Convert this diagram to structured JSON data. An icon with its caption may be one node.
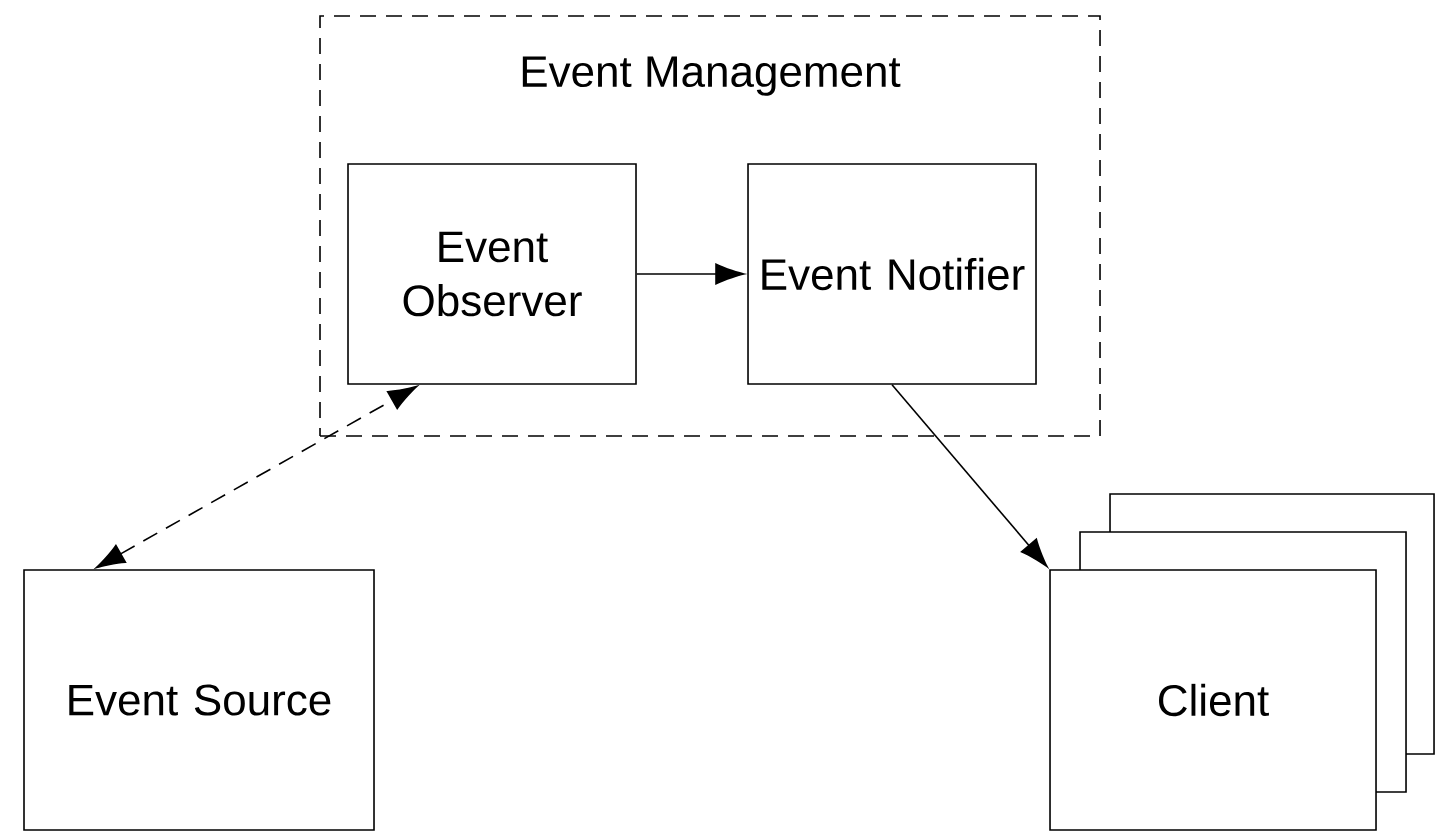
{
  "diagram": {
    "nodes": [
      {
        "text": [
          "Event Management"
        ]
      },
      {
        "text": [
          "Event Observer"
        ],
        "in": 0
      },
      {
        "text": [
          "Event Notifier"
        ],
        "in": 0
      },
      {
        "text": [
          "Event Source"
        ]
      },
      {
        "text": [
          "Client"
        ]
      }
    ],
    "edges": [
      {
        "from": 1,
        "to": 2,
        "arrow": "to"
      },
      {
        "from": 3,
        "to": 1,
        "arrow": "both",
        "style": "dashed"
      },
      {
        "from": 2,
        "to": 4,
        "arrow": "to"
      }
    ]
  }
}
